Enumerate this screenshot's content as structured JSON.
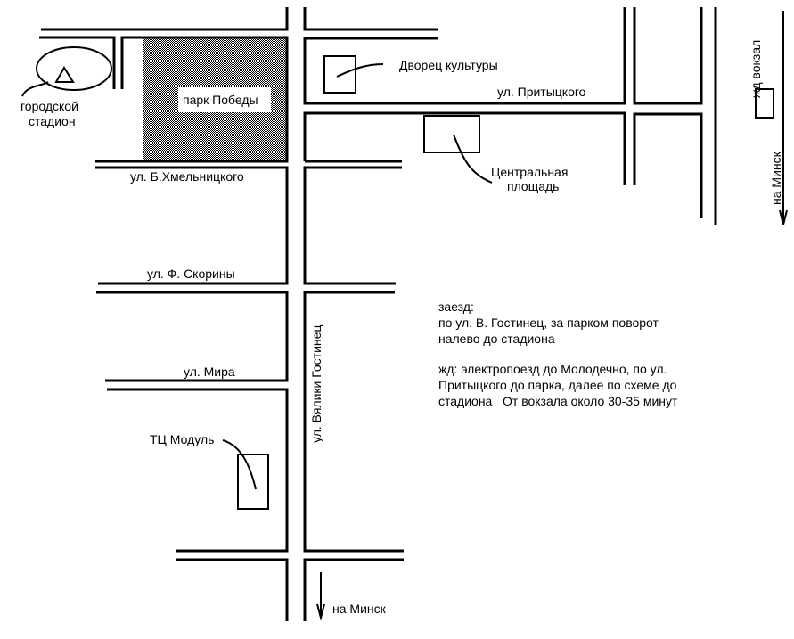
{
  "colors": {
    "ink": "#000000",
    "background": "#ffffff",
    "park": "#808080"
  },
  "landmarks": {
    "stadium": [
      "городской",
      "стадион"
    ],
    "park": "парк Победы",
    "palace": "Дворец культуры",
    "square": [
      "Центральная",
      "площадь"
    ],
    "mall": "ТЦ Модуль",
    "station": "жд вокзал"
  },
  "streets": {
    "pritytskogo": "ул. Притыцкого",
    "khmelnitskogo": "ул. Б.Хмельницкого",
    "skoryny": "ул. Ф. Скорины",
    "mira": "ул. Мира",
    "gostinets": "ул. Вялики Гостинец"
  },
  "directions": {
    "to_minsk_bottom": "на Минск",
    "to_minsk_right": "на Минск"
  },
  "instructions": {
    "car_title": "заезд:",
    "car_lines": [
      "по ул. В. Гостинец, за парком поворот",
      "налево до стадиона"
    ],
    "rail_lines": [
      "жд: электропоезд до Молодечно, по ул.",
      "Притыцкого до парка, далее по схеме до",
      "стадиона   От вокзала около 30-35 минут"
    ]
  }
}
